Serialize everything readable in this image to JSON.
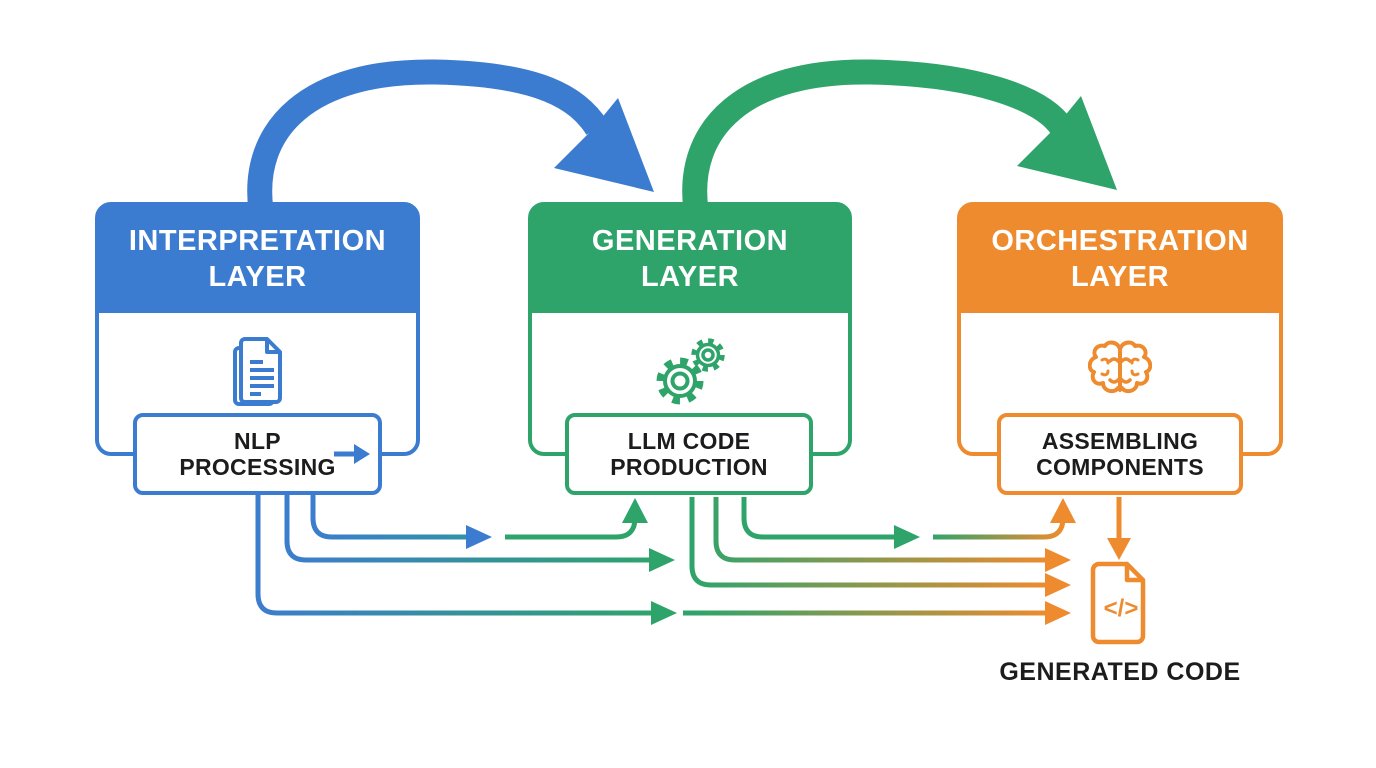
{
  "diagram": {
    "layers": [
      {
        "name": "interpretation",
        "title_line1": "INTERPRETATION",
        "title_line2": "LAYER",
        "color": "#3C7CD0",
        "icon": "documents-icon",
        "process_line1": "NLP",
        "process_line2": "PROCESSING",
        "process_arrow_icon": "arrow-right-icon"
      },
      {
        "name": "generation",
        "title_line1": "GENERATION",
        "title_line2": "LAYER",
        "color": "#2EA46B",
        "icon": "gears-icon",
        "process_line1": "LLM CODE",
        "process_line2": "PRODUCTION"
      },
      {
        "name": "orchestration",
        "title_line1": "ORCHESTRATION",
        "title_line2": "LAYER",
        "color": "#EE8B2E",
        "icon": "brain-icon",
        "process_line1": "ASSEMBLING",
        "process_line2": "COMPONENTS"
      }
    ],
    "output": {
      "label": "GENERATED CODE",
      "icon": "code-file-icon"
    },
    "flows": [
      {
        "from": "interpretation",
        "to": "generation",
        "style": "top-arc",
        "color": "#3C7CD0"
      },
      {
        "from": "generation",
        "to": "orchestration",
        "style": "top-arc",
        "color": "#2EA46B"
      },
      {
        "from": "nlp-processing",
        "to": "llm-code-production",
        "style": "bottom-bus",
        "color": "#3C7CD0 to #2EA46B"
      },
      {
        "from": "llm-code-production",
        "to": "assembling-components",
        "style": "bottom-bus",
        "color": "#2EA46B to #EE8B2E"
      },
      {
        "from": "assembling-components",
        "to": "generated-code",
        "style": "down-arrow",
        "color": "#EE8B2E"
      }
    ]
  },
  "colors": {
    "blue": "#3C7CD0",
    "green": "#2EA46B",
    "orange": "#EE8B2E",
    "ink": "#1C1C1C",
    "background": "#FFFFFF"
  }
}
